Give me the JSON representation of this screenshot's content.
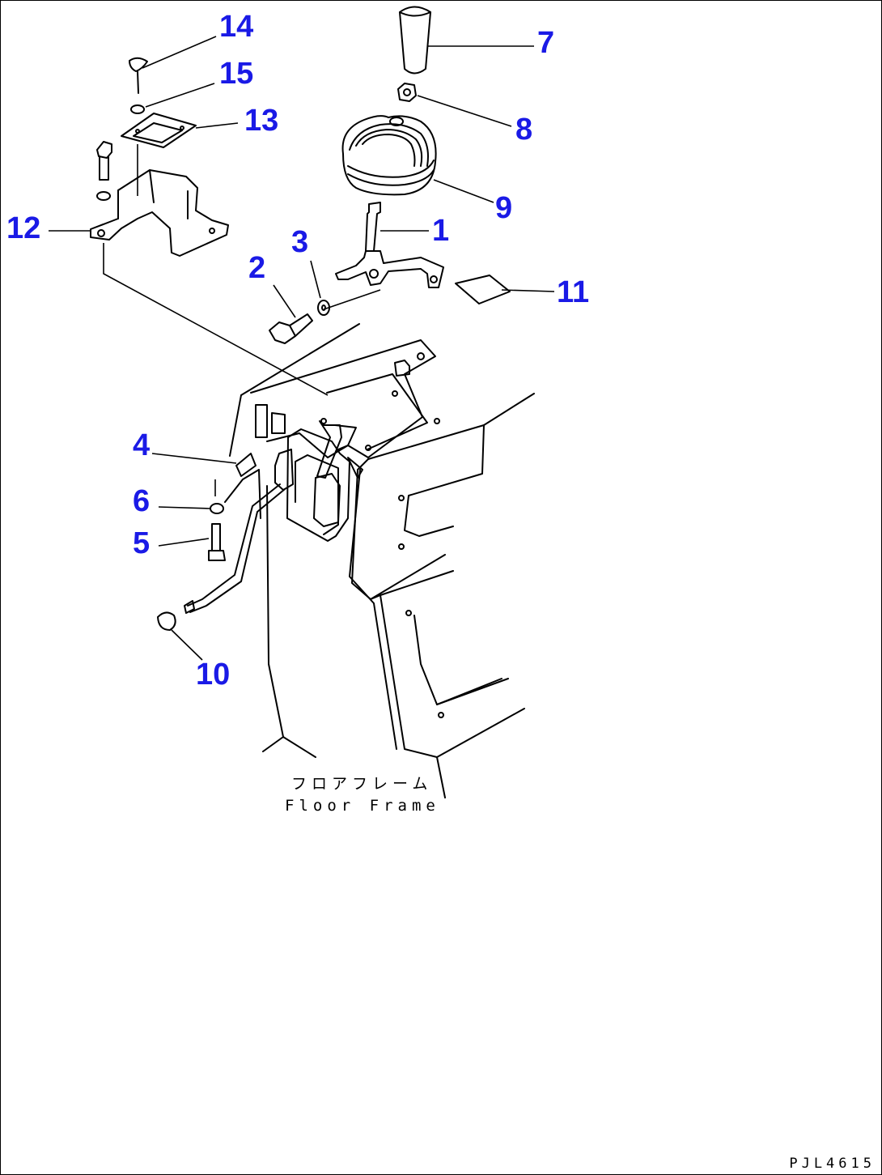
{
  "callouts": {
    "c1": "1",
    "c2": "2",
    "c3": "3",
    "c4": "4",
    "c5": "5",
    "c6": "6",
    "c7": "7",
    "c8": "8",
    "c9": "9",
    "c10": "10",
    "c11": "11",
    "c12": "12",
    "c13": "13",
    "c14": "14",
    "c15": "15"
  },
  "caption": {
    "japanese": "フロアフレーム",
    "english": "Floor Frame"
  },
  "doc_code": "PJL4615",
  "colors": {
    "callout": "#1a1ae6",
    "line": "#000000",
    "background": "#ffffff"
  }
}
